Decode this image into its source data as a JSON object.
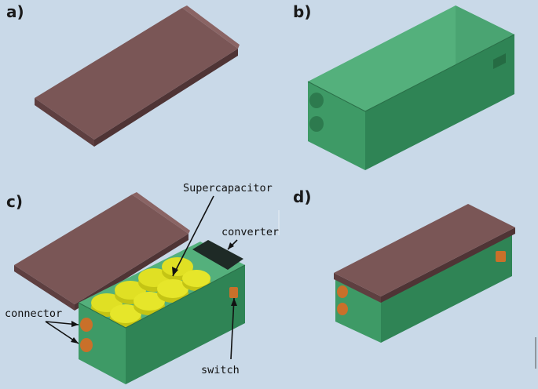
{
  "panels": {
    "a": {
      "label": "a)"
    },
    "b": {
      "label": "b)"
    },
    "c": {
      "label": "c)"
    },
    "d": {
      "label": "d)"
    }
  },
  "callouts": {
    "supercapacitor": "Supercapacitor",
    "converter": "converter",
    "connector": "connector",
    "switch": "switch"
  },
  "colors": {
    "background": "#c9d9e8",
    "lid_top": "#7a5656",
    "lid_side": "#5e3f40",
    "box_front": "#3e9a66",
    "box_side": "#2f8455",
    "box_inner": "#54b07c",
    "port": "#c9702a",
    "capacitor": "#d8d81a",
    "converter_block": "#1e2a26"
  }
}
